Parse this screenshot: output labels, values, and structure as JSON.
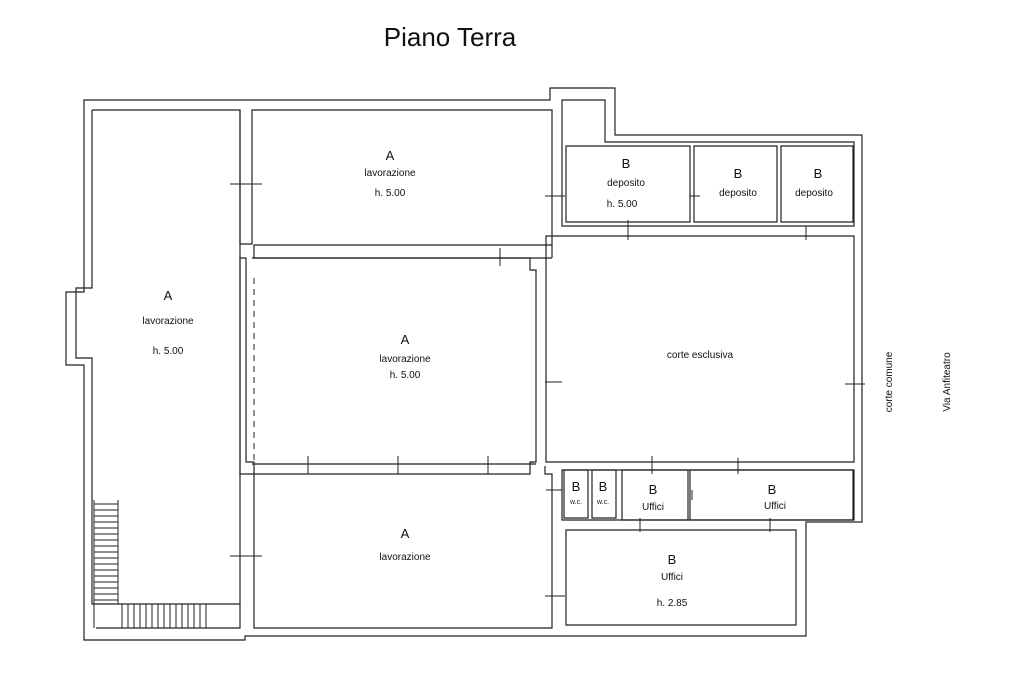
{
  "title": "Piano Terra",
  "rooms": {
    "left_large": {
      "letter": "A",
      "label": "lavorazione",
      "height": "h. 5.00"
    },
    "top_center": {
      "letter": "A",
      "label": "lavorazione",
      "height": "h. 5.00"
    },
    "middle_center": {
      "letter": "A",
      "label": "lavorazione",
      "height": "h. 5.00"
    },
    "bottom_center": {
      "letter": "A",
      "label": "lavorazione"
    },
    "deposito_1": {
      "letter": "B",
      "label": "deposito",
      "height": "h. 5.00"
    },
    "deposito_2": {
      "letter": "B",
      "label": "deposito"
    },
    "deposito_3": {
      "letter": "B",
      "label": "deposito"
    },
    "corte": {
      "label": "corte esclusiva"
    },
    "wc_1": {
      "letter": "B",
      "label": "w.c."
    },
    "wc_2": {
      "letter": "B",
      "label": "w.c."
    },
    "uffici_small": {
      "letter": "B",
      "label": "Uffici"
    },
    "uffici_right": {
      "letter": "B",
      "label": "Uffici"
    },
    "uffici_bottom": {
      "letter": "B",
      "label": "Uffici",
      "height": "h. 2.85"
    }
  },
  "outside": {
    "corte_comune": "corte comune",
    "via": "Via Anfiteatro"
  }
}
